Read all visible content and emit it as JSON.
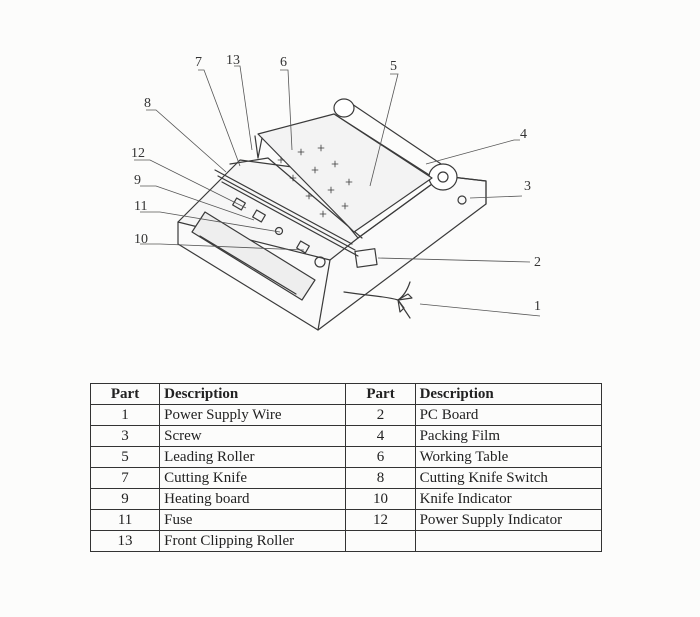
{
  "callouts": [
    {
      "id": "c7",
      "text": "7"
    },
    {
      "id": "c13",
      "text": "13"
    },
    {
      "id": "c6",
      "text": "6"
    },
    {
      "id": "c5",
      "text": "5"
    },
    {
      "id": "c8",
      "text": "8"
    },
    {
      "id": "c4",
      "text": "4"
    },
    {
      "id": "c12",
      "text": "12"
    },
    {
      "id": "c3",
      "text": "3"
    },
    {
      "id": "c9",
      "text": "9"
    },
    {
      "id": "c11",
      "text": "11"
    },
    {
      "id": "c10",
      "text": "10"
    },
    {
      "id": "c2",
      "text": "2"
    },
    {
      "id": "c1",
      "text": "1"
    }
  ],
  "table": {
    "headers": [
      "Part",
      "Description",
      "Part",
      "Description"
    ],
    "rows": [
      [
        "1",
        "Power Supply Wire",
        "2",
        "PC Board"
      ],
      [
        "3",
        "Screw",
        "4",
        "Packing Film"
      ],
      [
        "5",
        "Leading Roller",
        "6",
        "Working Table"
      ],
      [
        "7",
        "Cutting Knife",
        "8",
        "Cutting Knife Switch"
      ],
      [
        "9",
        "Heating board",
        "10",
        "Knife Indicator"
      ],
      [
        "11",
        "Fuse",
        "12",
        "Power Supply Indicator"
      ],
      [
        "13",
        "Front Clipping Roller",
        "",
        ""
      ]
    ]
  }
}
